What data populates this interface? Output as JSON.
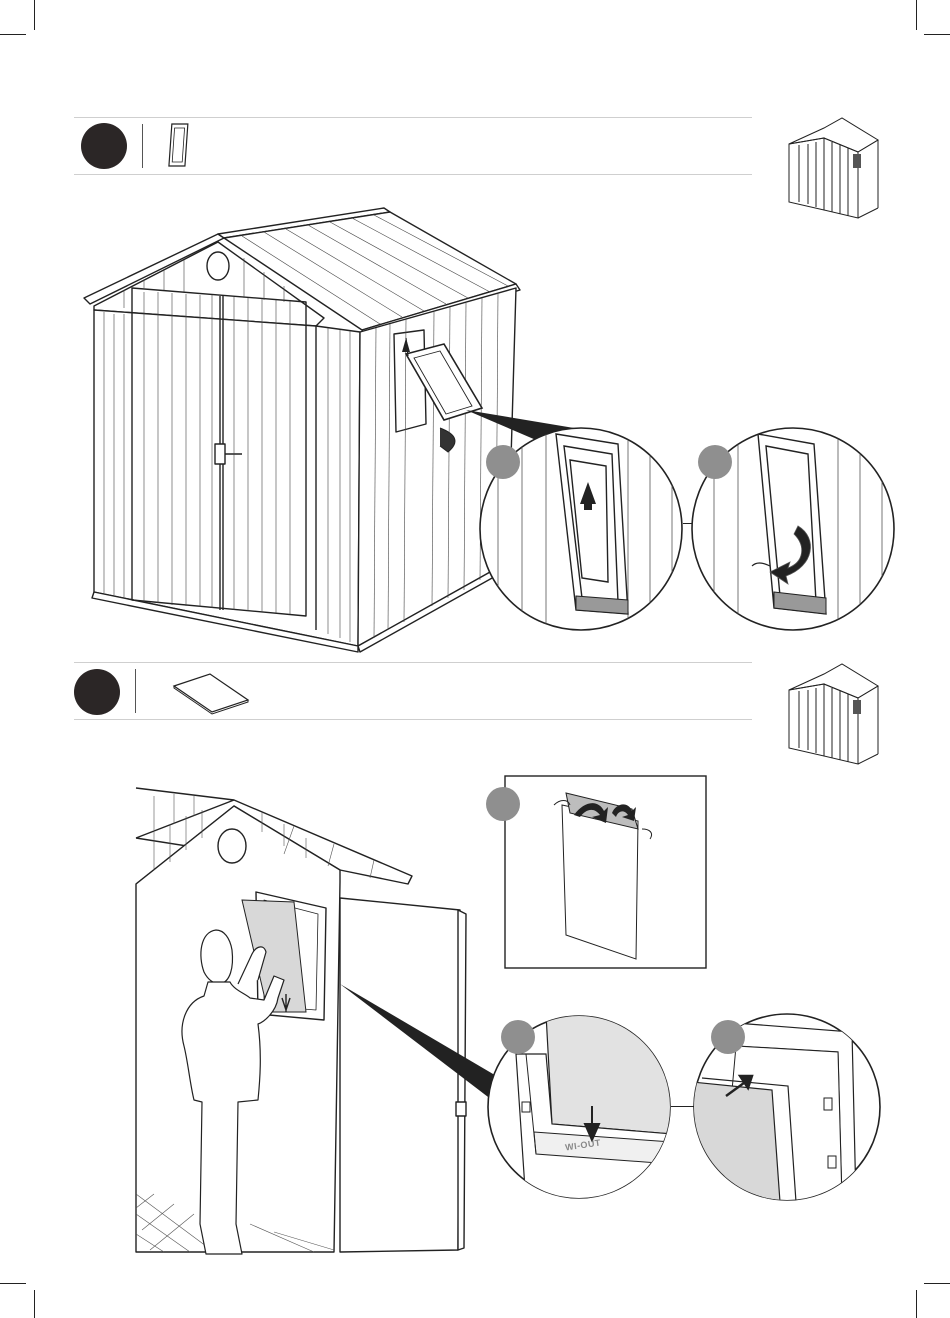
{
  "steps": [
    {
      "id": "step-a",
      "parts": [
        "window-frame-part-icon"
      ],
      "sub_steps": 2,
      "thumbnail": "shed-thumbnail-window-highlight"
    },
    {
      "id": "step-b",
      "parts": [
        "window-pane-sheet-part-icon"
      ],
      "sub_steps": 3,
      "thumbnail": "shed-thumbnail-window-highlight"
    }
  ],
  "detail_text": {
    "frame_stamp": "WI-OUT"
  },
  "colors": {
    "step_circle": "#2b2626",
    "sub_circle": "#8f8f8f",
    "line": "#222222",
    "pane_gray": "#d8d8d8"
  }
}
